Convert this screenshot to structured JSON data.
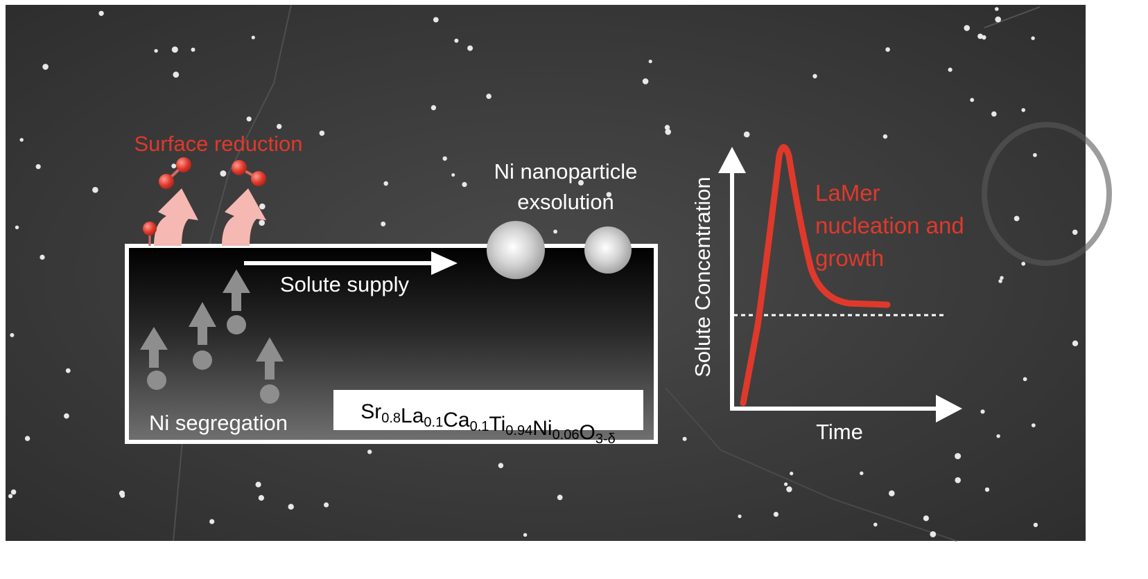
{
  "labels": {
    "surface_reduction": "Surface reduction",
    "exsolution_line1": "Ni nanoparticle",
    "exsolution_line2": "exsolution",
    "solute_supply": "Solute supply",
    "ni_segregation": "Ni segregation",
    "lamer_line1": "LaMer",
    "lamer_line2": "nucleation and",
    "lamer_line3": "growth",
    "y_axis": "Solute Concentration",
    "x_axis": "Time"
  },
  "formula": {
    "parts": [
      {
        "base": "Sr",
        "sub": "0.8"
      },
      {
        "base": "La",
        "sub": "0.1"
      },
      {
        "base": "Ca",
        "sub": "0.1"
      },
      {
        "base": "Ti",
        "sub": "0.94"
      },
      {
        "base": "Ni",
        "sub": "0.06"
      },
      {
        "base": "O",
        "sub": "3-δ"
      }
    ]
  },
  "colors": {
    "accent_red": "#e0392b",
    "background_gray": "#3c3c3c",
    "arrow_pink": "#f6b8b3",
    "atom_gray": "#8a8a8a",
    "frame_white": "#ffffff"
  },
  "lamer_curve": {
    "x_label": "Time",
    "y_label": "Solute Concentration",
    "critical_threshold_line": "dotted"
  }
}
